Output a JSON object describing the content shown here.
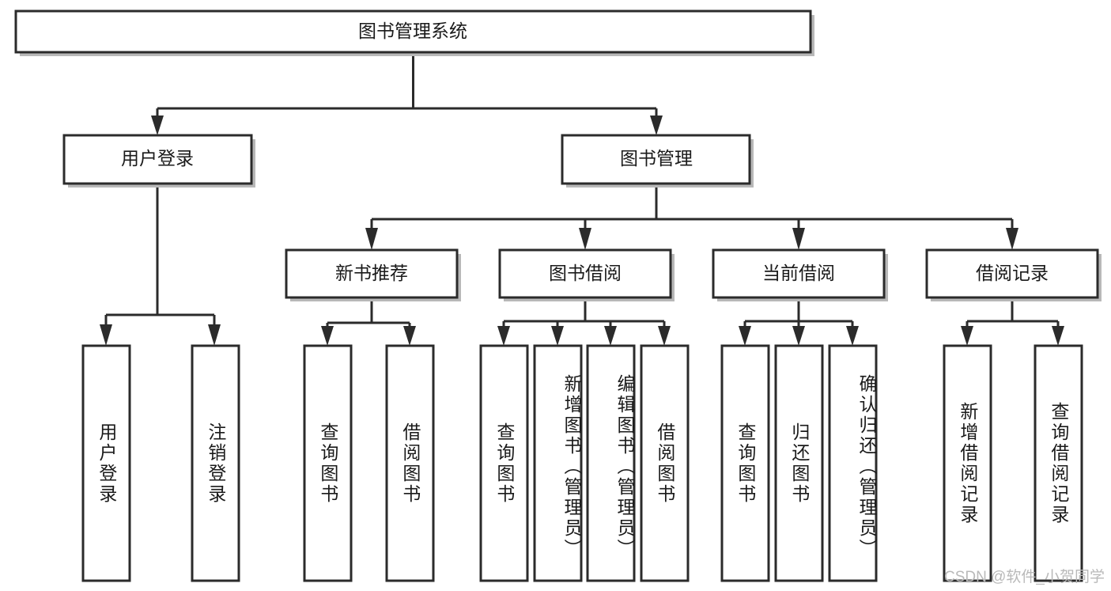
{
  "diagram": {
    "type": "tree-hierarchy",
    "title": "图书管理系统",
    "watermark": "CSDN @软件_小贺同学",
    "colors": {
      "box_stroke": "#2b2b2b",
      "box_fill": "#ffffff",
      "shadow": "#b8b8b8",
      "text": "#1a1a1a",
      "watermark_text": "#b9b9b9",
      "background": "#ffffff"
    },
    "root": {
      "label": "图书管理系统"
    },
    "level2": [
      {
        "label": "用户登录"
      },
      {
        "label": "图书管理"
      }
    ],
    "level3": [
      {
        "label": "新书推荐"
      },
      {
        "label": "图书借阅"
      },
      {
        "label": "当前借阅"
      },
      {
        "label": "借阅记录"
      }
    ],
    "leaves": {
      "user_login": [
        {
          "label": "用户登录"
        },
        {
          "label": "注销登录"
        }
      ],
      "new_book_recommend": [
        {
          "label": "查询图书"
        },
        {
          "label": "借阅图书"
        }
      ],
      "book_borrow": [
        {
          "label": "查询图书"
        },
        {
          "label": "新增图书（管理员）"
        },
        {
          "label": "编辑图书（管理员）"
        },
        {
          "label": "借阅图书"
        }
      ],
      "current_borrow": [
        {
          "label": "查询图书"
        },
        {
          "label": "归还图书"
        },
        {
          "label": "确认归还（管理员）"
        }
      ],
      "borrow_record": [
        {
          "label": "新增借阅记录"
        },
        {
          "label": "查询借阅记录"
        }
      ]
    }
  }
}
